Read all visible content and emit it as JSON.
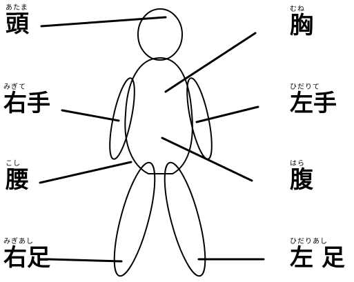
{
  "labels": {
    "head": {
      "kanji": "頭",
      "ruby": "あたま"
    },
    "chest": {
      "kanji": "胸",
      "ruby": "むね"
    },
    "right_hand": {
      "kanji": "右手",
      "ruby": "みぎて"
    },
    "left_hand": {
      "kanji": "左手",
      "ruby": "ひだりて"
    },
    "waist": {
      "kanji": "腰",
      "ruby": "こし"
    },
    "belly": {
      "kanji": "腹",
      "ruby": "はら"
    },
    "right_foot": {
      "kanji": "右足",
      "ruby": "みぎあし"
    },
    "left_foot": {
      "kanji": "左 足",
      "ruby": "ひだりあし"
    }
  }
}
